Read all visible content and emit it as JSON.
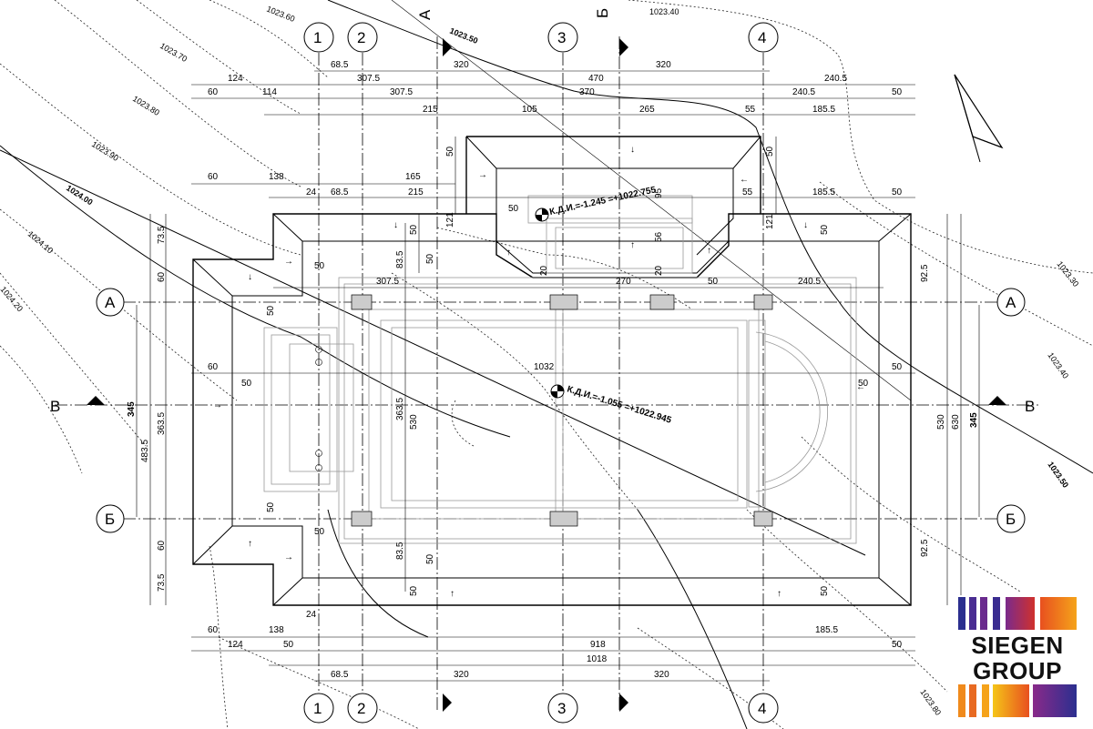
{
  "grid_axes": {
    "vertical": [
      "1",
      "2",
      "3",
      "4"
    ],
    "horizontal": [
      "А",
      "Б"
    ],
    "sections": [
      "А",
      "Б",
      "В"
    ]
  },
  "contours": [
    "1023.60",
    "1023.70",
    "1023.80",
    "1023.90",
    "1024.00",
    "1024.10",
    "1024.20",
    "1023.50",
    "1023.40",
    "1023.30",
    "1023.80"
  ],
  "levels": {
    "top": "К.Д.И.=-1.245 =+1022.755",
    "center": "К.Д.И.=-1.055 =+1022.945"
  },
  "dims": {
    "top_row1": [
      "68.5",
      "320",
      "470",
      "320"
    ],
    "top_row2": [
      "124",
      "307.5",
      "240.5"
    ],
    "top_row3": [
      "60",
      "114",
      "307.5",
      "370",
      "240.5",
      "50"
    ],
    "top_row4": [
      "215",
      "105",
      "265",
      "55",
      "185.5"
    ],
    "upper_row1": [
      "60",
      "138",
      "165"
    ],
    "upper_row2": [
      "24",
      "68.5",
      "215",
      "55",
      "185.5",
      "50"
    ],
    "mid_row": [
      "307.5",
      "270",
      "240.5"
    ],
    "center_row": [
      "60",
      "1032",
      "50",
      "50"
    ],
    "bottom_row1": [
      "60",
      "138",
      "185.5",
      "24"
    ],
    "bottom_row2": [
      "124",
      "50",
      "918",
      "50"
    ],
    "bottom_row3": [
      "1018"
    ],
    "bottom_row4": [
      "68.5",
      "320",
      "320"
    ],
    "left_vert": [
      "73.5",
      "60",
      "483.5",
      "363.5",
      "345",
      "60",
      "73.5"
    ],
    "right_vert": [
      "92.5",
      "530",
      "630",
      "345",
      "92.5"
    ],
    "inner_vert": [
      "363.5",
      "530",
      "83.5",
      "83.5"
    ],
    "small": [
      "50",
      "121",
      "95",
      "56",
      "20",
      "20",
      "50",
      "50",
      "50",
      "50",
      "50",
      "50",
      "50",
      "50",
      "121",
      "50",
      "50",
      "50",
      "50",
      "50",
      "50"
    ]
  },
  "logo": {
    "line1": "SIEGEN",
    "line2": "GROUP",
    "colors": [
      "#2b2f8f",
      "#7a2a8c",
      "#d0312d",
      "#f08a1c",
      "#f5c518"
    ]
  }
}
